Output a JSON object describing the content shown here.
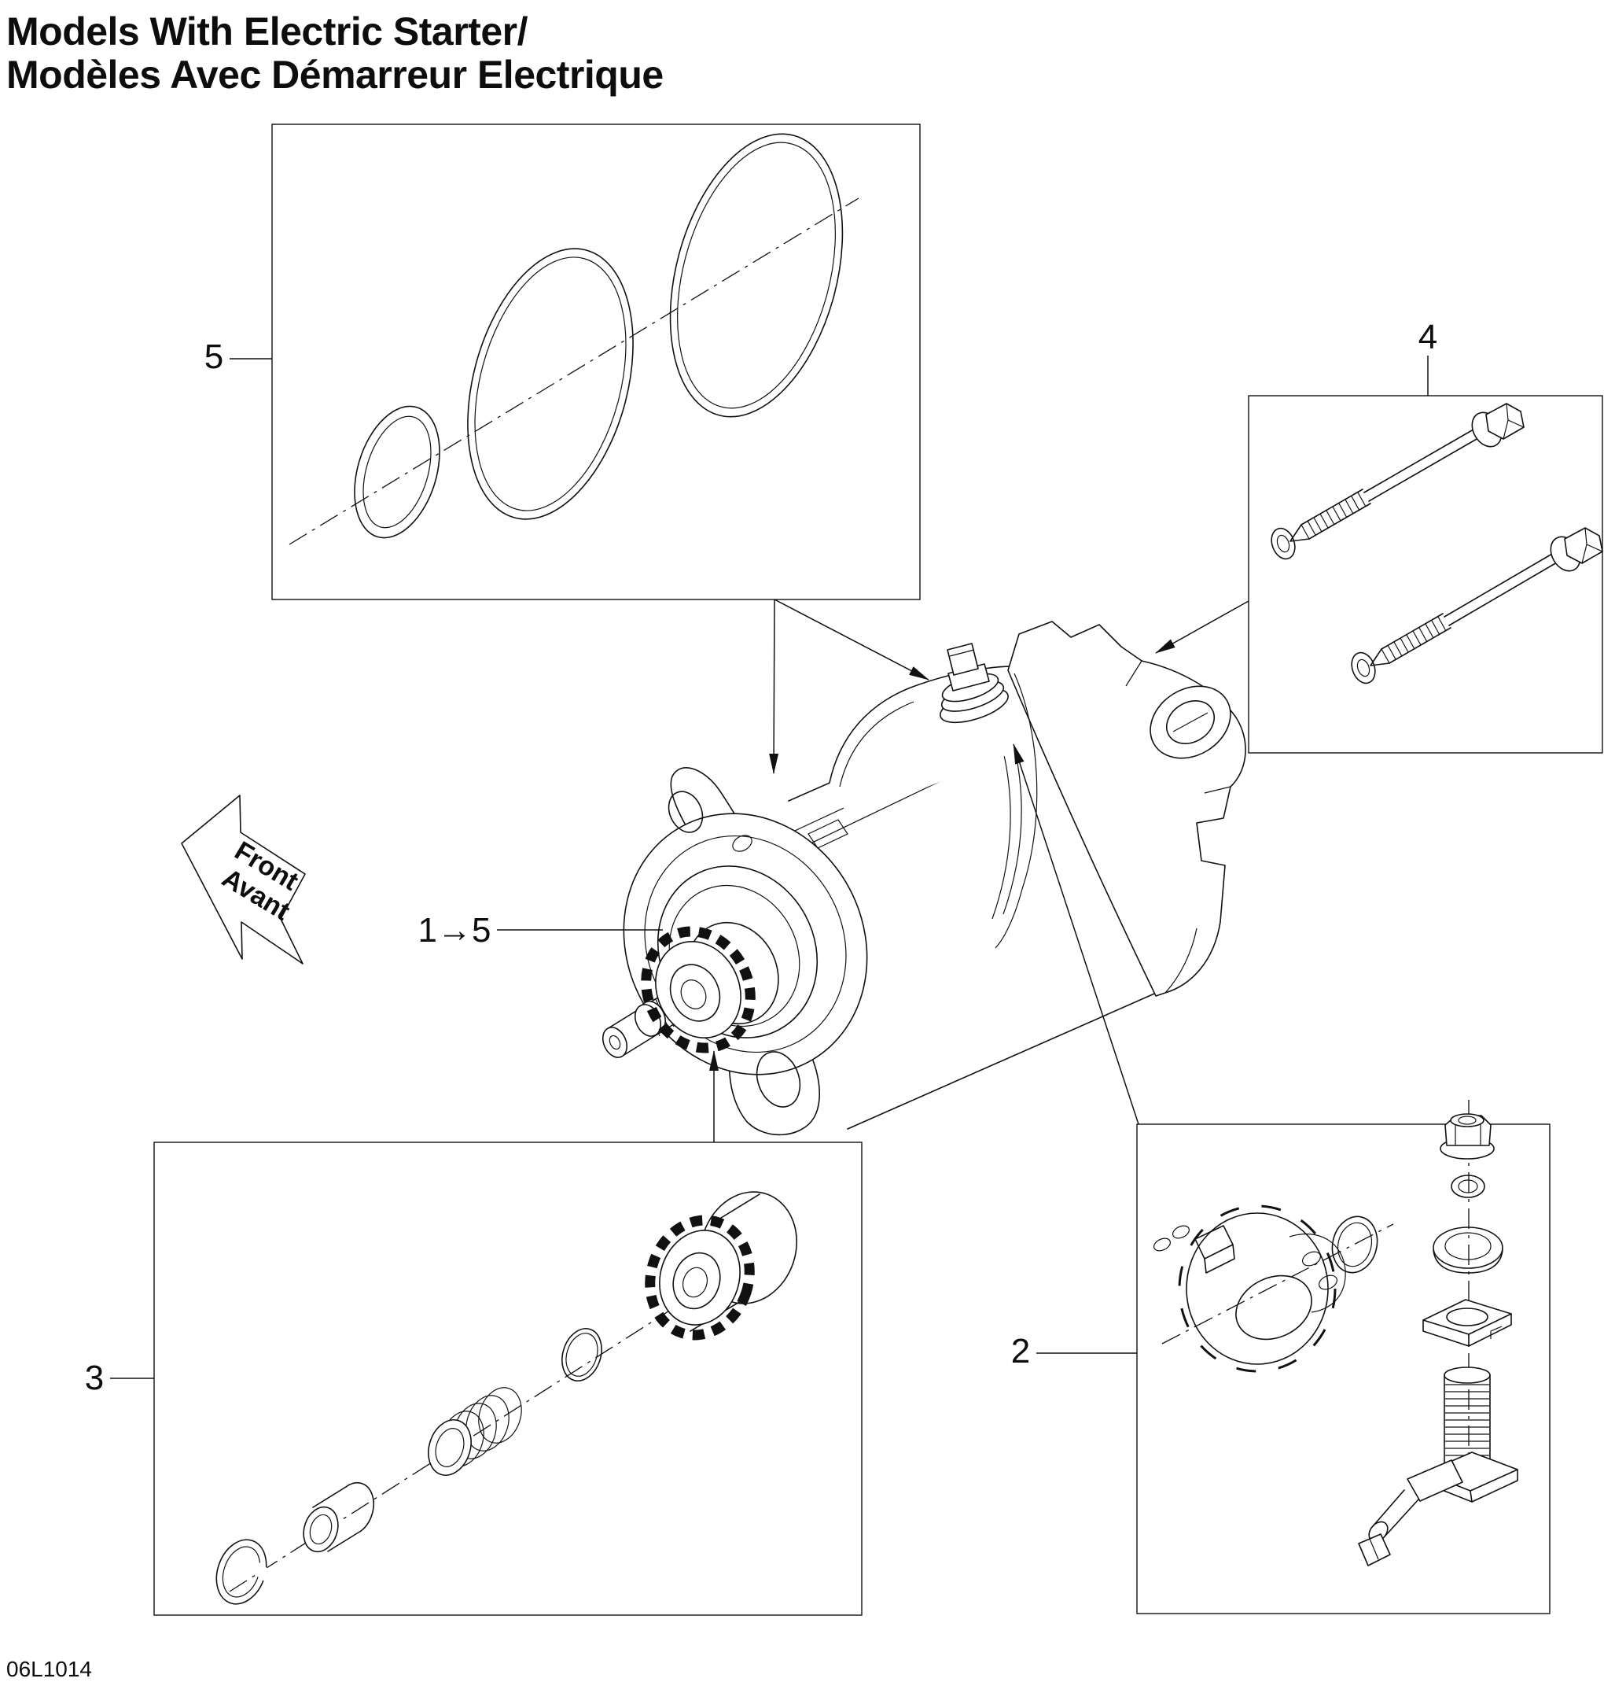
{
  "document": {
    "title_line1": "Models With Electric Starter/",
    "title_line2": "Modèles Avec Démarreur Electrique",
    "part_code": "06L1014"
  },
  "direction_arrow": {
    "line1": "Front",
    "line2": "Avant"
  },
  "callouts": {
    "oring_kit": "5",
    "mounting_bolts": "4",
    "pinion_kit": "3",
    "lock_hardware": "2",
    "starter_assembly": "1→5"
  }
}
